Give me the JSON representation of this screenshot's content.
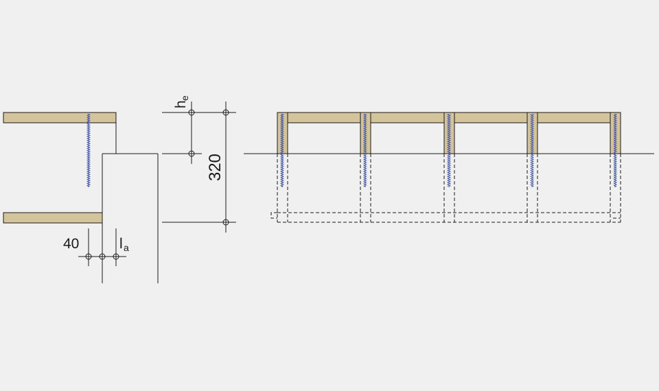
{
  "colors": {
    "background": "#f0f0f0",
    "wood": "#d4c49c",
    "line": "#1a1a1a",
    "screw": "#3d4f9e"
  },
  "labels": {
    "dim_horizontal": "40",
    "la_letter": "l",
    "la_sub": "a",
    "he_letter": "h",
    "he_sub": "e",
    "dim_vertical": "320"
  },
  "elevation": {
    "screw_count": 5
  }
}
